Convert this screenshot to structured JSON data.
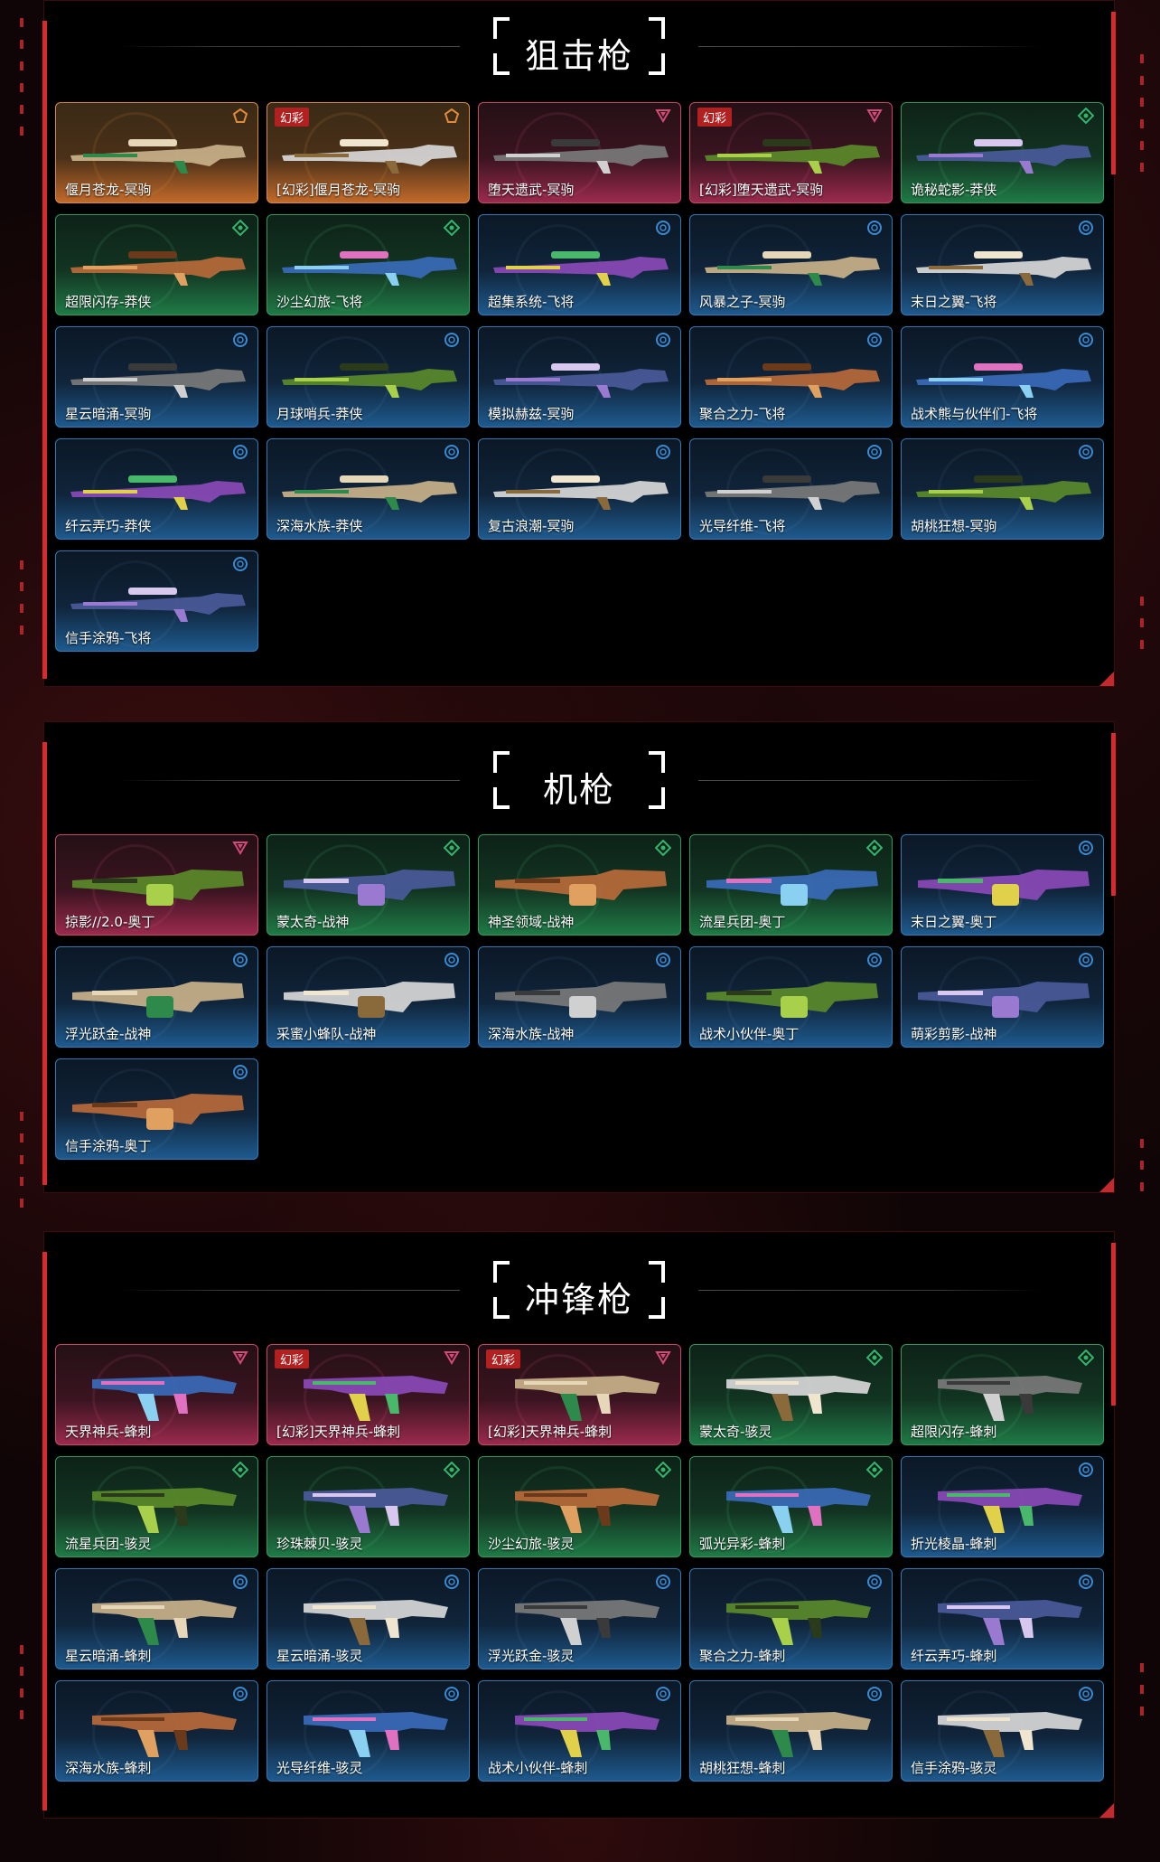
{
  "sections": [
    {
      "title": "狙击枪",
      "cards": [
        {
          "label": "偃月苍龙-冥驹",
          "tier": "orange",
          "tag": ""
        },
        {
          "label": "[幻彩]偃月苍龙-冥驹",
          "tier": "orange",
          "tag": "幻彩"
        },
        {
          "label": "堕天遗武-冥驹",
          "tier": "pink",
          "tag": ""
        },
        {
          "label": "[幻彩]堕天遗武-冥驹",
          "tier": "pink",
          "tag": "幻彩"
        },
        {
          "label": "诡秘蛇影-莽侠",
          "tier": "green",
          "tag": ""
        },
        {
          "label": "超限闪存-莽侠",
          "tier": "green",
          "tag": ""
        },
        {
          "label": "沙尘幻旅-飞将",
          "tier": "green",
          "tag": ""
        },
        {
          "label": "超集系统-飞将",
          "tier": "blue",
          "tag": ""
        },
        {
          "label": "风暴之子-冥驹",
          "tier": "blue",
          "tag": ""
        },
        {
          "label": "末日之翼-飞将",
          "tier": "blue",
          "tag": ""
        },
        {
          "label": "星云暗涌-冥驹",
          "tier": "blue",
          "tag": ""
        },
        {
          "label": "月球哨兵-莽侠",
          "tier": "blue",
          "tag": ""
        },
        {
          "label": "模拟赫兹-冥驹",
          "tier": "blue",
          "tag": ""
        },
        {
          "label": "聚合之力-飞将",
          "tier": "blue",
          "tag": ""
        },
        {
          "label": "战术熊与伙伴们-飞将",
          "tier": "blue",
          "tag": ""
        },
        {
          "label": "纤云弄巧-莽侠",
          "tier": "blue",
          "tag": ""
        },
        {
          "label": "深海水族-莽侠",
          "tier": "blue",
          "tag": ""
        },
        {
          "label": "复古浪潮-冥驹",
          "tier": "blue",
          "tag": ""
        },
        {
          "label": "光导纤维-飞将",
          "tier": "blue",
          "tag": ""
        },
        {
          "label": "胡桃狂想-冥驹",
          "tier": "blue",
          "tag": ""
        },
        {
          "label": "信手涂鸦-飞将",
          "tier": "blue",
          "tag": ""
        }
      ]
    },
    {
      "title": "机枪",
      "cards": [
        {
          "label": "掠影//2.0-奥丁",
          "tier": "pink",
          "tag": ""
        },
        {
          "label": "蒙太奇-战神",
          "tier": "green",
          "tag": ""
        },
        {
          "label": "神圣领域-战神",
          "tier": "green",
          "tag": ""
        },
        {
          "label": "流星兵团-奥丁",
          "tier": "green",
          "tag": ""
        },
        {
          "label": "末日之翼-奥丁",
          "tier": "blue",
          "tag": ""
        },
        {
          "label": "浮光跃金-战神",
          "tier": "blue",
          "tag": ""
        },
        {
          "label": "采蜜小蜂队-战神",
          "tier": "blue",
          "tag": ""
        },
        {
          "label": "深海水族-战神",
          "tier": "blue",
          "tag": ""
        },
        {
          "label": "战术小伙伴-奥丁",
          "tier": "blue",
          "tag": ""
        },
        {
          "label": "萌彩剪影-战神",
          "tier": "blue",
          "tag": ""
        },
        {
          "label": "信手涂鸦-奥丁",
          "tier": "blue",
          "tag": ""
        }
      ]
    },
    {
      "title": "冲锋枪",
      "cards": [
        {
          "label": "天界神兵-蜂刺",
          "tier": "pink",
          "tag": ""
        },
        {
          "label": "[幻彩]天界神兵-蜂刺",
          "tier": "pink",
          "tag": "幻彩"
        },
        {
          "label": "[幻彩]天界神兵-蜂刺",
          "tier": "pink",
          "tag": "幻彩"
        },
        {
          "label": "蒙太奇-骇灵",
          "tier": "green",
          "tag": ""
        },
        {
          "label": "超限闪存-蜂刺",
          "tier": "green",
          "tag": ""
        },
        {
          "label": "流星兵团-骇灵",
          "tier": "green",
          "tag": ""
        },
        {
          "label": "珍珠棘贝-骇灵",
          "tier": "green",
          "tag": ""
        },
        {
          "label": "沙尘幻旅-骇灵",
          "tier": "green",
          "tag": ""
        },
        {
          "label": "弧光异彩-蜂刺",
          "tier": "green",
          "tag": ""
        },
        {
          "label": "折光棱晶-蜂刺",
          "tier": "blue",
          "tag": ""
        },
        {
          "label": "星云暗涌-蜂刺",
          "tier": "blue",
          "tag": ""
        },
        {
          "label": "星云暗涌-骇灵",
          "tier": "blue",
          "tag": ""
        },
        {
          "label": "浮光跃金-骇灵",
          "tier": "blue",
          "tag": ""
        },
        {
          "label": "聚合之力-蜂刺",
          "tier": "blue",
          "tag": ""
        },
        {
          "label": "纤云弄巧-蜂刺",
          "tier": "blue",
          "tag": ""
        },
        {
          "label": "深海水族-蜂刺",
          "tier": "blue",
          "tag": ""
        },
        {
          "label": "光导纤维-骇灵",
          "tier": "blue",
          "tag": ""
        },
        {
          "label": "战术小伙伴-蜂刺",
          "tier": "blue",
          "tag": ""
        },
        {
          "label": "胡桃狂想-蜂刺",
          "tier": "blue",
          "tag": ""
        },
        {
          "label": "信手涂鸦-骇灵",
          "tier": "blue",
          "tag": ""
        }
      ]
    }
  ],
  "tier_colors": {
    "orange": "#e08a3a",
    "pink": "#d24a78",
    "green": "#34b46a",
    "blue": "#3a8ad2"
  },
  "tier_icons": {
    "orange": "pentagon-icon",
    "pink": "triangle-icon",
    "green": "diamond-icon",
    "blue": "circle-icon"
  }
}
